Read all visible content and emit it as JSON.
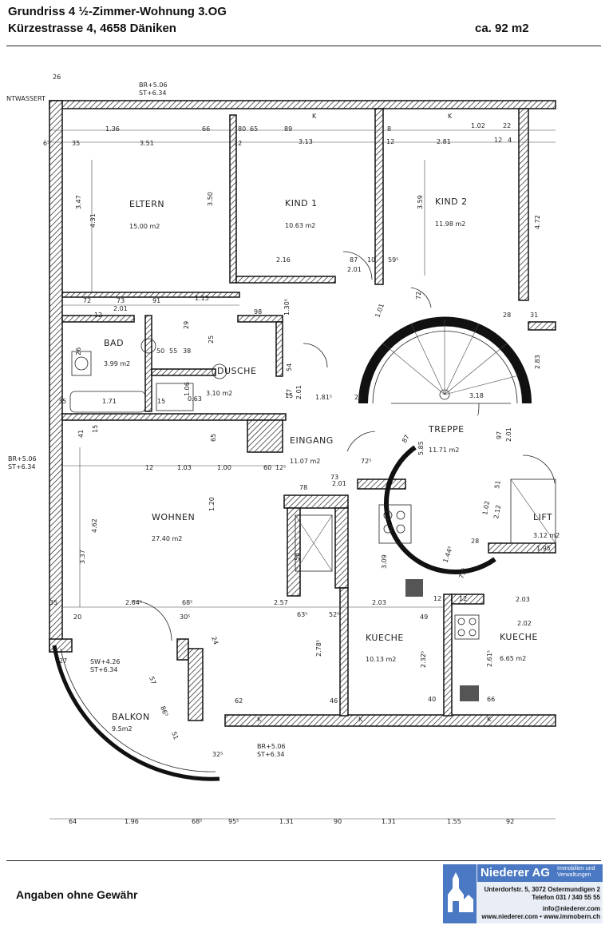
{
  "header": {
    "title": "Grundriss 4 ½-Zimmer-Wohnung 3.OG",
    "address": "Kürzestrasse 4, 4658 Däniken",
    "area": "ca. 92 m2"
  },
  "plan": {
    "rooms": [
      {
        "name": "ELTERN",
        "area": "15.00 m2"
      },
      {
        "name": "KIND 1",
        "area": "10.63 m2"
      },
      {
        "name": "KIND 2",
        "area": "11.98 m2"
      },
      {
        "name": "BAD",
        "area": "3.99 m2"
      },
      {
        "name": "DUSCHE",
        "area": "3.10 m2"
      },
      {
        "name": "EINGANG",
        "area": "11.07 m2"
      },
      {
        "name": "TREPPE",
        "area": "11.71 m2"
      },
      {
        "name": "WOHNEN",
        "area": "27.40 m2"
      },
      {
        "name": "KUECHE",
        "area": "10.13 m2"
      },
      {
        "name": "KUECHE",
        "area": "6.65 m2"
      },
      {
        "name": "BALKON",
        "area": "9.5m2"
      },
      {
        "name": "LIFT",
        "area": "3.12 m2"
      }
    ],
    "annotations": {
      "wasser": "NTWASSERT",
      "br_top": "BR+5.06",
      "st_top": "ST+6.34",
      "br_left": "BR+5.06",
      "st_left": "ST+6.34",
      "br_bottom": "BR+5.06",
      "st_bottom": "ST+6.34",
      "sw_balkon": "SW+4.26",
      "st_balkon": "ST+6.34",
      "k_marks": [
        "K",
        "K",
        "K",
        "K",
        "K"
      ]
    },
    "dims": {
      "top_row": [
        "26",
        "1.36",
        "66",
        "80",
        "65",
        "89",
        "8",
        "1.02",
        "22"
      ],
      "second_row": [
        "6⁵",
        "35",
        "3.51",
        "12",
        "3.13",
        "12",
        "2.81",
        "12",
        "4"
      ],
      "eltern_v": [
        "3.47",
        "4.31",
        "3.50"
      ],
      "kind": [
        "3.59",
        "4.72",
        "2.16",
        "87",
        "10",
        "59⁵",
        "2.01"
      ],
      "hall": [
        "72",
        "73",
        "91",
        "1.15",
        "2.01",
        "12",
        "98",
        "1.30⁵"
      ],
      "bad": [
        "26",
        "50",
        "55",
        "38",
        "29",
        "25",
        "1.06",
        "35",
        "1.71",
        "15",
        "0.63",
        "15"
      ],
      "eingang": [
        "54",
        "77",
        "2.01",
        "1.81⁵",
        "20",
        "1.03",
        "1.00",
        "60",
        "12⁵",
        "65",
        "41",
        "15",
        "12"
      ],
      "treppe": [
        "5.85",
        "3.18",
        "2.01",
        "97",
        "87",
        "1.01",
        "72",
        "28",
        "31",
        "2.83"
      ],
      "wohnen": [
        "4.62",
        "3.37",
        "1.20",
        "2.64⁵",
        "68⁵",
        "2.57",
        "63⁵",
        "52⁵",
        "35",
        "20",
        "30⁵"
      ],
      "kueche": [
        "78",
        "73",
        "2.01",
        "72⁵",
        "58",
        "3.09",
        "2.03",
        "49",
        "2.32⁵",
        "2.78⁵",
        "46",
        "40",
        "12"
      ],
      "lift": [
        "1.95",
        "2.12",
        "1.02",
        "51",
        "1.44⁵",
        "28",
        "73⁵"
      ],
      "kueche2": [
        "2.03",
        "2.02",
        "2.61⁵",
        "66",
        "12"
      ],
      "balkon": [
        "57",
        "86⁵",
        "51",
        "24",
        "62",
        "32⁵",
        "27"
      ],
      "bottom_row": [
        "64",
        "1.96",
        "68⁵",
        "95⁵",
        "1.31",
        "90",
        "1.31",
        "1.55",
        "92"
      ]
    }
  },
  "footer": {
    "note": "Angaben ohne Gewähr",
    "brand": "Niederer AG",
    "brand_sub": "Immobilien und Verwaltungen",
    "street": "Unterdorfstr. 5, 3072 Ostermundigen 2",
    "phone": "Telefon 031 / 340 55 55",
    "email": "info@niederer.com",
    "web": "www.niederer.com • www.immobern.ch"
  },
  "colors": {
    "logo_blue": "#4a78c2",
    "ink": "#111111"
  }
}
